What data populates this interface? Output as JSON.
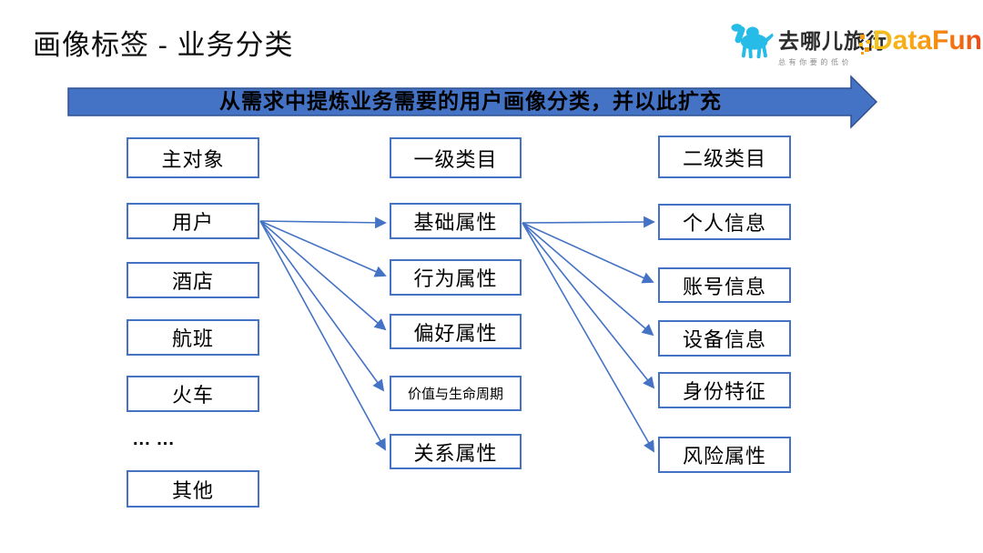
{
  "slide": {
    "title": "画像标签 - 业务分类",
    "banner_text": "从需求中提炼业务需要的用户画像分类，并以此扩充"
  },
  "logos": {
    "qunar_name": "去哪儿旅行",
    "qunar_tagline": "总有你要的低价",
    "datafun_name": "DataFun."
  },
  "colors": {
    "accent_blue": "#4472C4",
    "banner_border": "#2F528F",
    "box_border": "#4472C4",
    "arrow_line": "#4472C4",
    "qunar_blue": "#27BCE8",
    "datafun_gradient_start": "#F6C51A",
    "datafun_gradient_end": "#EE3A15",
    "text": "#000000"
  },
  "diagram": {
    "columns": [
      {
        "header": "主对象",
        "items": [
          "用户",
          "酒店",
          "航班",
          "火车",
          "... ...",
          "其他"
        ]
      },
      {
        "header": "一级类目",
        "items": [
          "基础属性",
          "行为属性",
          "偏好属性",
          "价值与生命周期",
          "关系属性"
        ]
      },
      {
        "header": "二级类目",
        "items": [
          "个人信息",
          "账号信息",
          "设备信息",
          "身份特征",
          "风险属性"
        ]
      }
    ],
    "edges": [
      {
        "from": "用户",
        "to": "基础属性"
      },
      {
        "from": "用户",
        "to": "行为属性"
      },
      {
        "from": "用户",
        "to": "偏好属性"
      },
      {
        "from": "用户",
        "to": "价值与生命周期"
      },
      {
        "from": "用户",
        "to": "关系属性"
      },
      {
        "from": "基础属性",
        "to": "个人信息"
      },
      {
        "from": "基础属性",
        "to": "账号信息"
      },
      {
        "from": "基础属性",
        "to": "设备信息"
      },
      {
        "from": "基础属性",
        "to": "身份特征"
      },
      {
        "from": "基础属性",
        "to": "风险属性"
      }
    ]
  }
}
